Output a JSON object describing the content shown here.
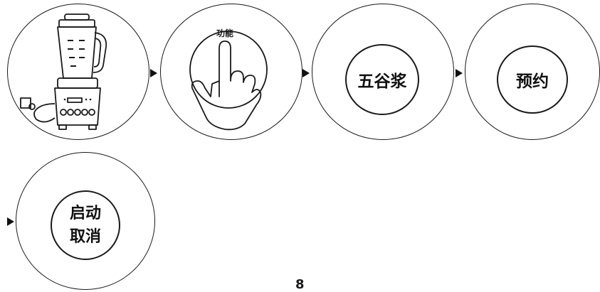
{
  "steps": [
    {
      "id": "plug-in-blender",
      "icon": "blender-plugged-in-icon"
    },
    {
      "id": "press-function",
      "label": "功能",
      "icon": "finger-press-icon"
    },
    {
      "id": "select-grain-milk",
      "label": "五谷浆"
    },
    {
      "id": "press-schedule",
      "label": "预约"
    },
    {
      "id": "start-cancel",
      "label_line1": "启动",
      "label_line2": "取消"
    }
  ],
  "page_number": "8"
}
